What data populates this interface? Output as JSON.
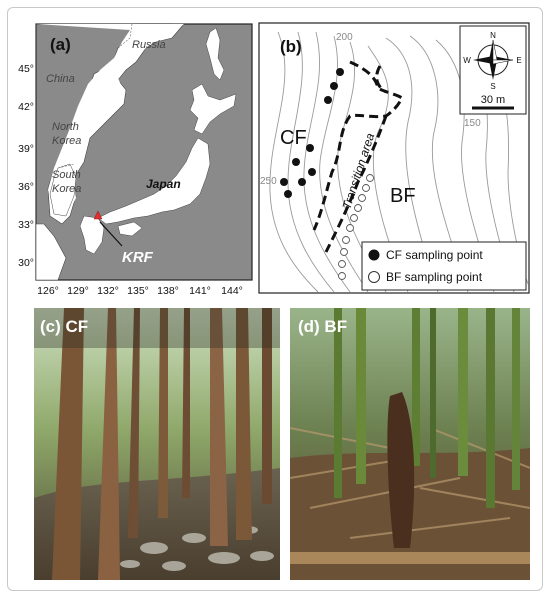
{
  "panel_a": {
    "label": "(a)",
    "countries": [
      "Russia",
      "China",
      "North",
      "Korea",
      "South",
      "Korea",
      "Japan"
    ],
    "site": "KRF",
    "lat_ticks": [
      "45°",
      "42°",
      "39°",
      "36°",
      "33°",
      "30°"
    ],
    "lon_ticks": [
      "126°",
      "129°",
      "132°",
      "135°",
      "138°",
      "141°",
      "144°"
    ],
    "colors": {
      "sea": "#8a8a8a",
      "land": "#ffffff",
      "site_marker": "#e03030"
    }
  },
  "panel_b": {
    "label": "(b)",
    "cf": "CF",
    "bf": "BF",
    "transition": "Transition area",
    "contours": [
      "200",
      "250",
      "150"
    ],
    "compass": {
      "n": "N",
      "s": "S",
      "e": "E",
      "w": "W"
    },
    "scale": "30 m",
    "legend": [
      "CF sampling point",
      "BF sampling point"
    ]
  },
  "panel_c": {
    "label": "(c) CF"
  },
  "panel_d": {
    "label": "(d) BF"
  }
}
